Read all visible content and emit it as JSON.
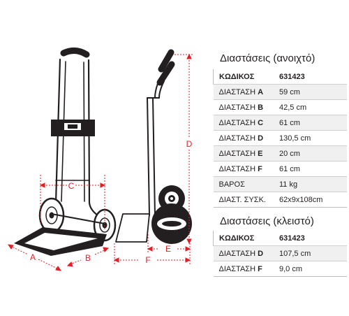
{
  "illustration": {
    "dimension_labels": {
      "a": "A",
      "b": "B",
      "c": "C",
      "d": "D",
      "e": "E",
      "f": "F"
    }
  },
  "open_specs": {
    "title": "Διαστάσεις (ανοιχτό)",
    "header": {
      "key": "ΚΩΔΙΚΟΣ",
      "value": "631423"
    },
    "rows": [
      {
        "prefix": "ΔΙΑΣΤΑΣΗ ",
        "letter": "A",
        "value": "59 cm"
      },
      {
        "prefix": "ΔΙΑΣΤΑΣΗ ",
        "letter": "B",
        "value": "42,5 cm"
      },
      {
        "prefix": "ΔΙΑΣΤΑΣΗ ",
        "letter": "C",
        "value": "61 cm"
      },
      {
        "prefix": "ΔΙΑΣΤΑΣΗ ",
        "letter": "D",
        "value": "130,5 cm"
      },
      {
        "prefix": "ΔΙΑΣΤΑΣΗ ",
        "letter": "E",
        "value": "20 cm"
      },
      {
        "prefix": "ΔΙΑΣΤΑΣΗ ",
        "letter": "F",
        "value": "61 cm"
      },
      {
        "prefix": "ΒΑΡΟΣ",
        "letter": "",
        "value": "11 kg"
      },
      {
        "prefix": "ΔΙΑΣΤ. ΣΥΣΚ.",
        "letter": "",
        "value": "62x9x108cm"
      }
    ]
  },
  "closed_specs": {
    "title": "Διαστάσεις (κλειστό)",
    "header": {
      "key": "ΚΩΔΙΚΟΣ",
      "value": "631423"
    },
    "rows": [
      {
        "prefix": "ΔΙΑΣΤΑΣΗ ",
        "letter": "D",
        "value": "107,5 cm"
      },
      {
        "prefix": "ΔΙΑΣΤΑΣΗ ",
        "letter": "F",
        "value": "9,0 cm"
      }
    ]
  }
}
